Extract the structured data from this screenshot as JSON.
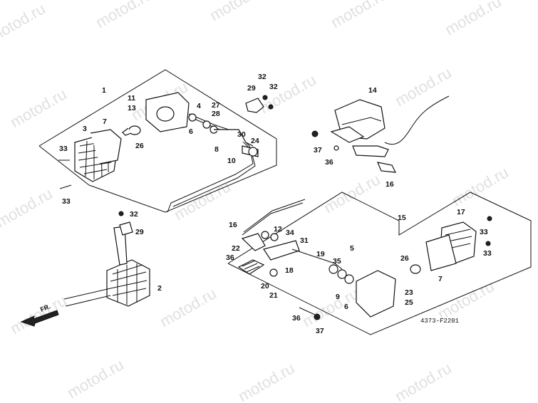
{
  "watermark": {
    "text": "motod.ru",
    "color": "#c8c8c8"
  },
  "diagram": {
    "code": "4373-F2201",
    "direction_label": "FR.",
    "callouts": [
      "1",
      "11",
      "13",
      "3",
      "7",
      "33",
      "26",
      "33",
      "4",
      "6",
      "27",
      "28",
      "8",
      "29",
      "32",
      "32",
      "30",
      "24",
      "10",
      "14",
      "37",
      "36",
      "16",
      "32",
      "29",
      "2",
      "16",
      "12",
      "34",
      "22",
      "31",
      "36",
      "19",
      "35",
      "5",
      "18",
      "20",
      "21",
      "9",
      "6",
      "23",
      "25",
      "15",
      "17",
      "33",
      "33",
      "26",
      "7",
      "36",
      "37"
    ]
  }
}
